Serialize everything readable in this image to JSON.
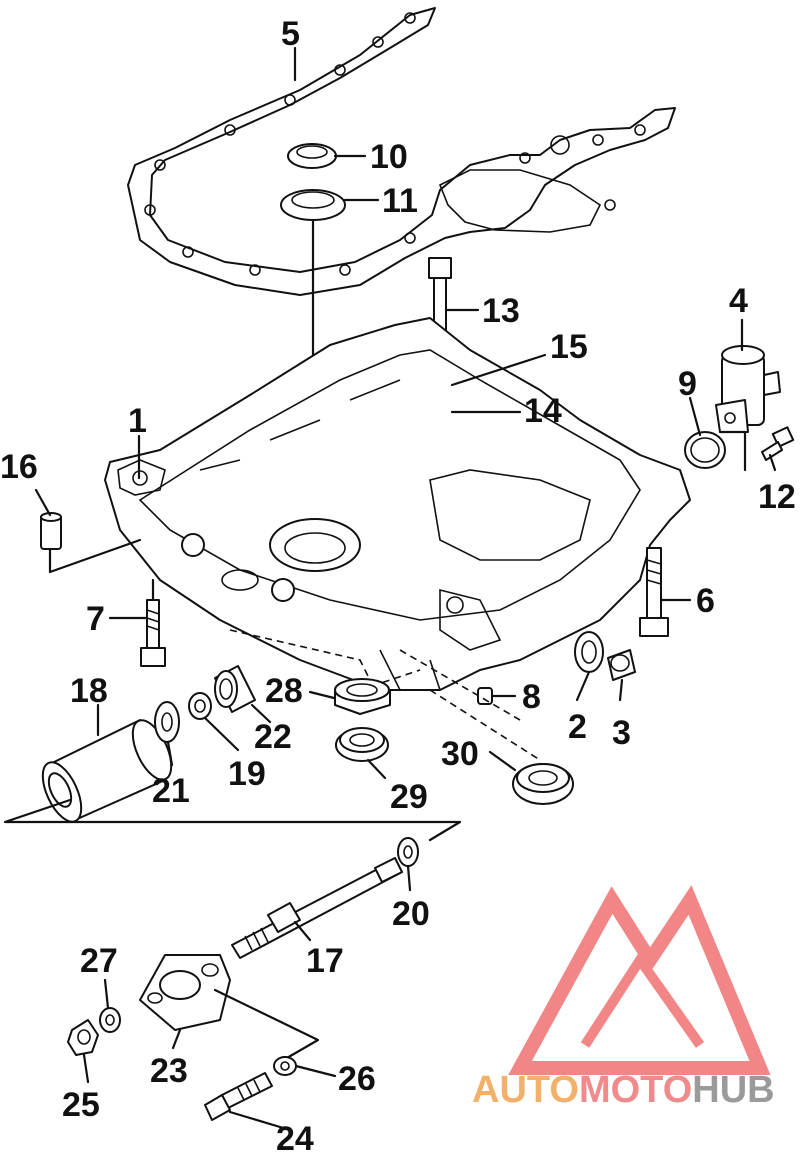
{
  "diagram": {
    "callouts": [
      "1",
      "2",
      "3",
      "4",
      "5",
      "6",
      "7",
      "8",
      "9",
      "10",
      "11",
      "12",
      "13",
      "14",
      "15",
      "16",
      "17",
      "18",
      "19",
      "20",
      "21",
      "22",
      "23",
      "24",
      "25",
      "26",
      "27",
      "28",
      "29",
      "30"
    ]
  },
  "watermark": {
    "word_auto": "AUTO",
    "word_moto": "MOTO",
    "word_hub": "HUB",
    "colors": {
      "auto": "#f2b06a",
      "moto": "#f08b8b",
      "hub": "#9a9a9a",
      "logo": "#f07070"
    }
  }
}
